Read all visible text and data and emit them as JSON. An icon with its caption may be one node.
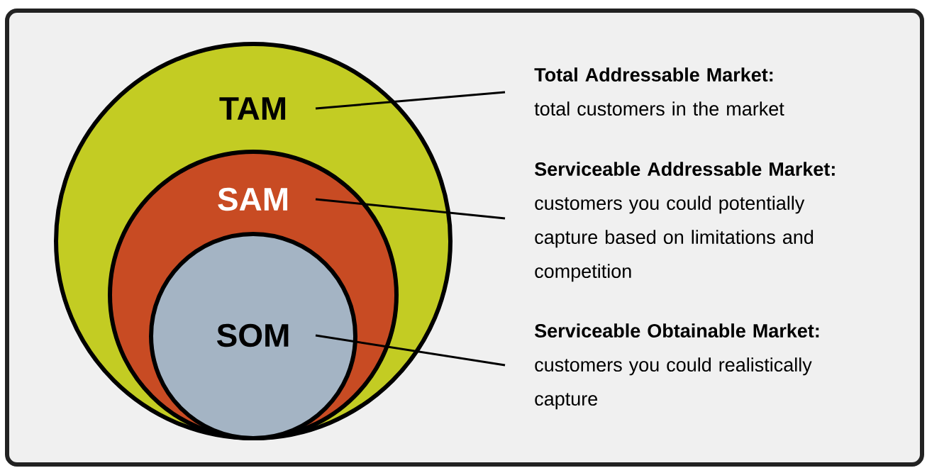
{
  "diagram": {
    "nodes": [
      {
        "text": [
          "TAM"
        ]
      },
      {
        "text": [
          "SAM"
        ],
        "in": 0
      },
      {
        "text": [
          "SOM"
        ],
        "in": 1
      },
      {
        "text": [
          "Total Addressable Market:",
          "total customers in the market"
        ]
      },
      {
        "text": [
          "Serviceable Addressable Market:",
          "customers you could potentially capture based on limitations and competition"
        ]
      },
      {
        "text": [
          "Serviceable Obtainable Market:",
          "customers you could realistically capture"
        ]
      }
    ],
    "edges": [
      {
        "from": 0,
        "to": 3,
        "arrow": "none"
      },
      {
        "from": 1,
        "to": 4,
        "arrow": "none"
      },
      {
        "from": 2,
        "to": 5,
        "arrow": "none"
      }
    ]
  }
}
